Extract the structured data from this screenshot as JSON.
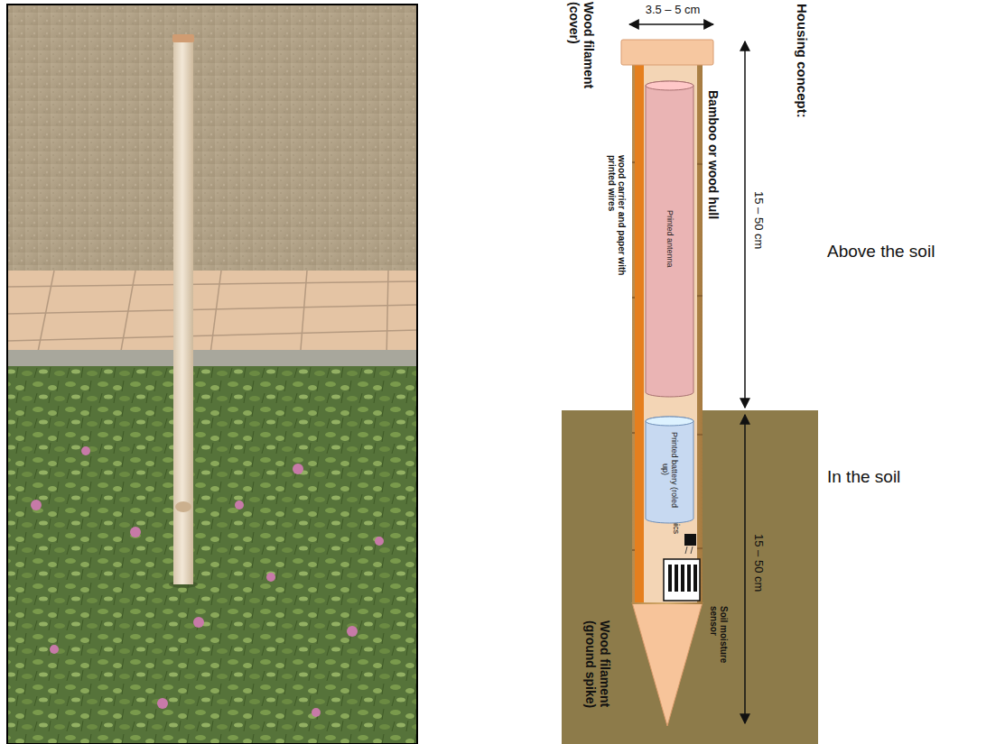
{
  "diagram": {
    "title": "Housing concept:",
    "nodes": [
      {
        "text": [
          "Printed antenna"
        ]
      },
      {
        "text": [
          "Printed battery (roled up)"
        ]
      }
    ],
    "labels": [
      "3.5 – 5 cm",
      "Wood filament (cover)",
      "15 – 50 cm",
      "Bamboo or wood hull",
      "wood carrier and paper with printed wires",
      "Electronics",
      "Soil moisture sensor",
      "Wood filament (ground spike)",
      "15 – 50 cm",
      "Above the soil",
      "In the soil"
    ]
  }
}
